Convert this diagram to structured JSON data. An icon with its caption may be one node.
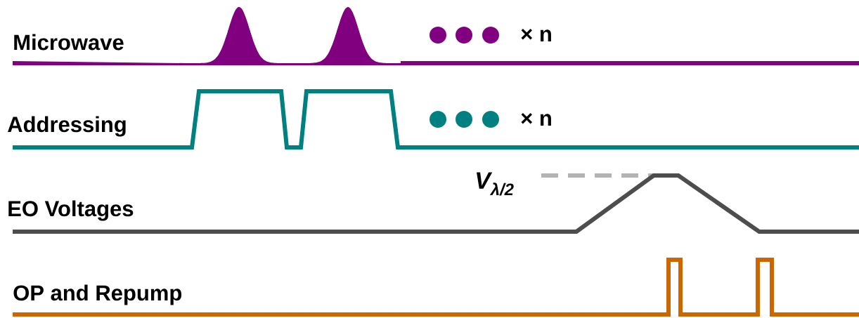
{
  "diagram": {
    "labels": [
      "Microwave",
      "× n",
      "Addressing",
      "× n",
      "V$_{λ/2}$",
      "EO Voltages",
      "OP and Repump"
    ]
  }
}
